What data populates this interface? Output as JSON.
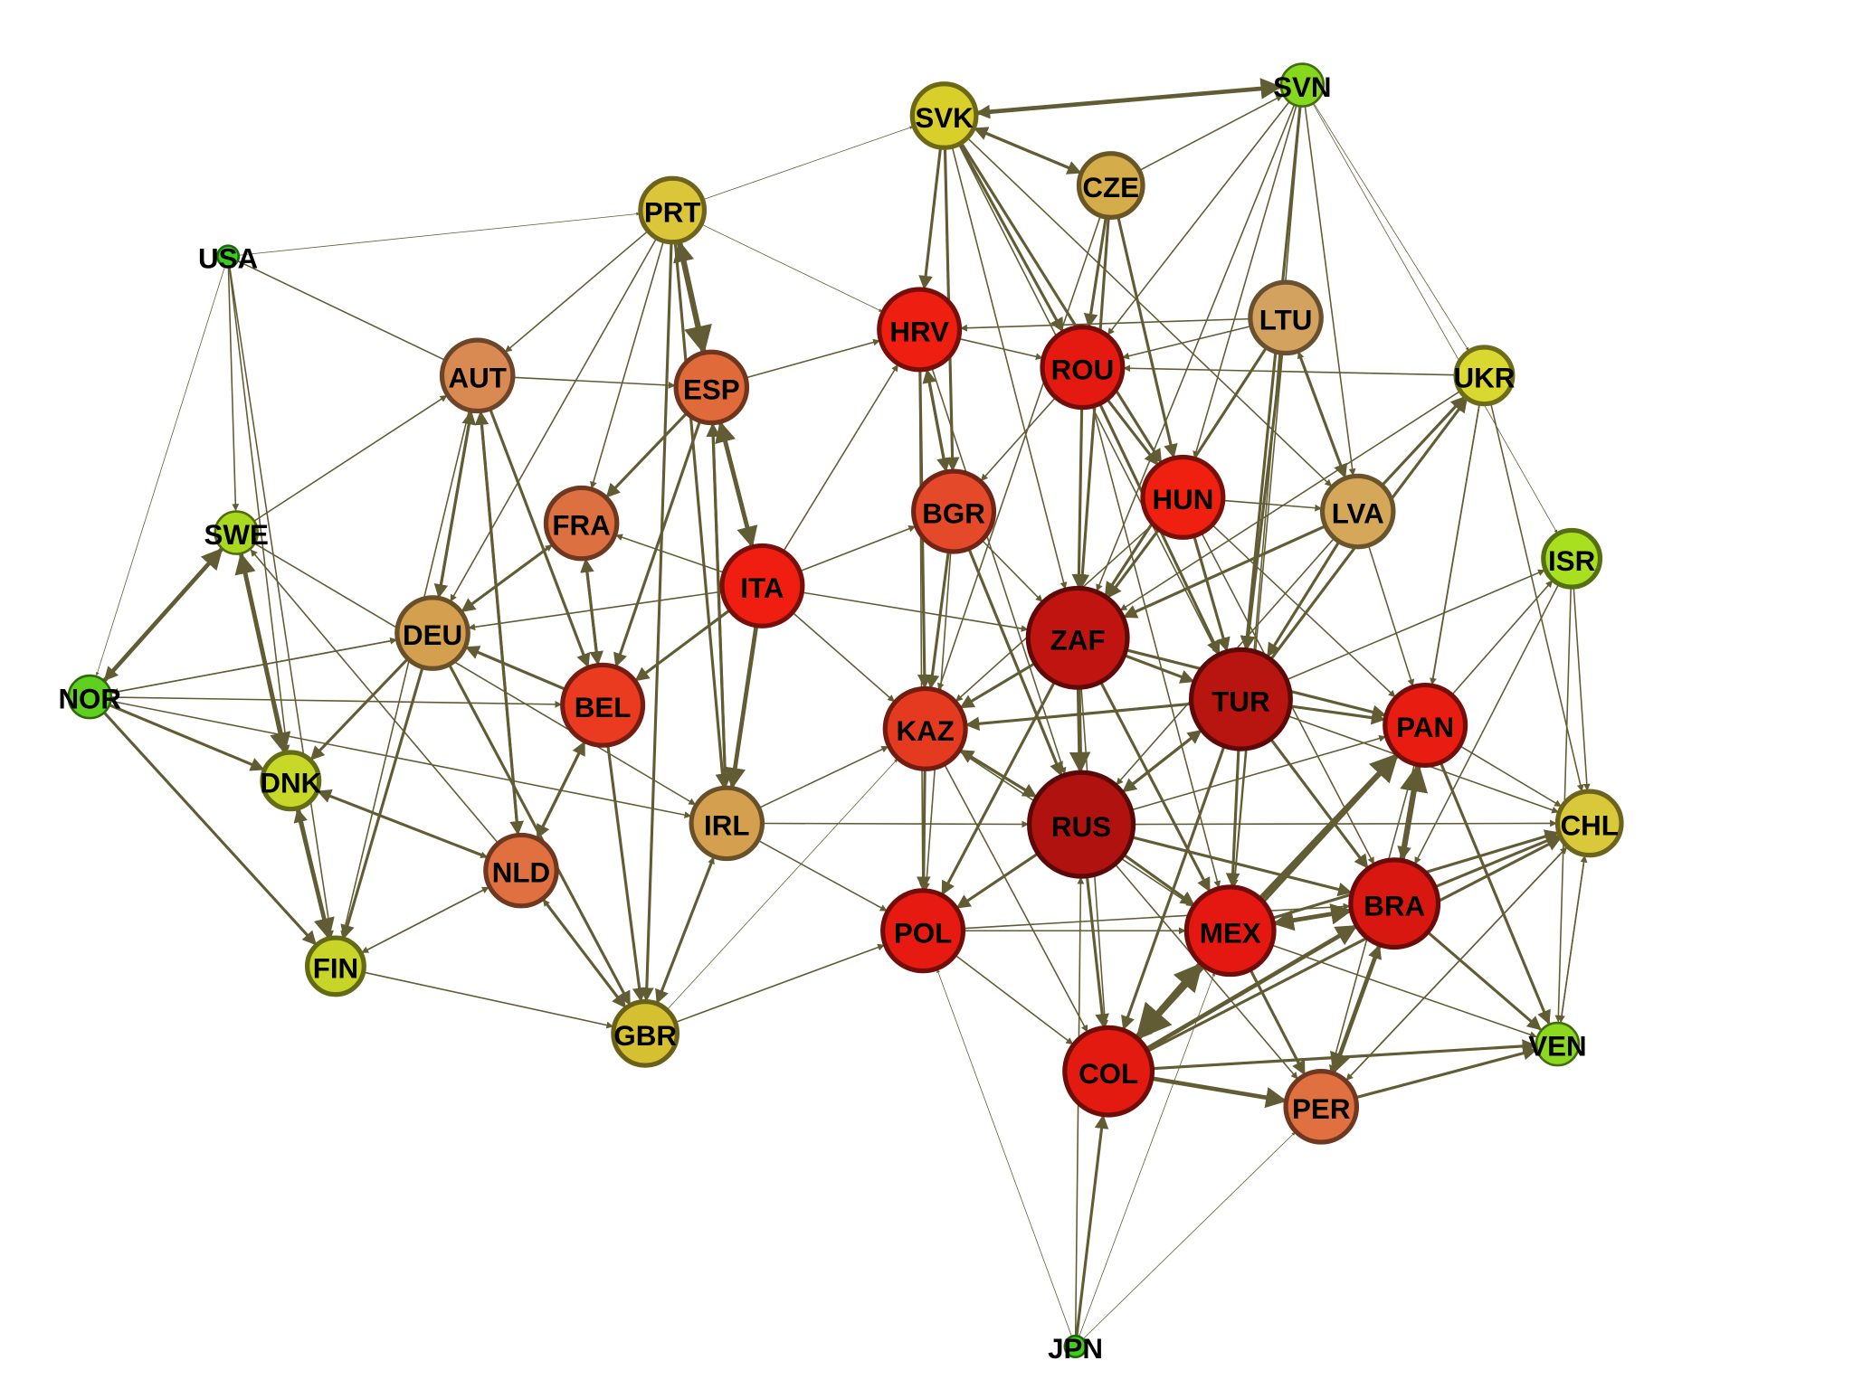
{
  "edge_color": "#615c34",
  "nodes": [
    {
      "id": "SVN",
      "color": "#86d81c",
      "size": 1
    },
    {
      "id": "SVK",
      "color": "#d9cf2a",
      "size": 3
    },
    {
      "id": "CZE",
      "color": "#d4ac4a",
      "size": 3
    },
    {
      "id": "PRT",
      "color": "#dbc63a",
      "size": 3
    },
    {
      "id": "USA",
      "color": "#3ccc20",
      "size": 0
    },
    {
      "id": "HRV",
      "color": "#ee1e10",
      "size": 5
    },
    {
      "id": "ROU",
      "color": "#e41a10",
      "size": 5
    },
    {
      "id": "LTU",
      "color": "#d2a25e",
      "size": 4
    },
    {
      "id": "AUT",
      "color": "#d98a52",
      "size": 4
    },
    {
      "id": "ESP",
      "color": "#e06a3a",
      "size": 4
    },
    {
      "id": "UKR",
      "color": "#d9d830",
      "size": 2
    },
    {
      "id": "FRA",
      "color": "#dd7040",
      "size": 4
    },
    {
      "id": "BGR",
      "color": "#e44a2a",
      "size": 5
    },
    {
      "id": "HUN",
      "color": "#f02010",
      "size": 5
    },
    {
      "id": "LVA",
      "color": "#d4a858",
      "size": 4
    },
    {
      "id": "SWE",
      "color": "#a8d820",
      "size": 1
    },
    {
      "id": "ISR",
      "color": "#a8e020",
      "size": 2
    },
    {
      "id": "ITA",
      "color": "#f01e10",
      "size": 5
    },
    {
      "id": "ZAF",
      "color": "#c01410",
      "size": 7
    },
    {
      "id": "DEU",
      "color": "#d4a050",
      "size": 4
    },
    {
      "id": "NOR",
      "color": "#60d020",
      "size": 1
    },
    {
      "id": "TUR",
      "color": "#b81410",
      "size": 7
    },
    {
      "id": "BEL",
      "color": "#ea3a20",
      "size": 5
    },
    {
      "id": "KAZ",
      "color": "#e43a20",
      "size": 5
    },
    {
      "id": "PAN",
      "color": "#e81c10",
      "size": 5
    },
    {
      "id": "DNK",
      "color": "#c8d828",
      "size": 2
    },
    {
      "id": "IRL",
      "color": "#d4a050",
      "size": 4
    },
    {
      "id": "RUS",
      "color": "#b01210",
      "size": 8
    },
    {
      "id": "CHL",
      "color": "#d8c83a",
      "size": 3
    },
    {
      "id": "NLD",
      "color": "#e07040",
      "size": 4
    },
    {
      "id": "BRA",
      "color": "#d81810",
      "size": 6
    },
    {
      "id": "MEX",
      "color": "#e41810",
      "size": 6
    },
    {
      "id": "POL",
      "color": "#e61a10",
      "size": 5
    },
    {
      "id": "FIN",
      "color": "#c8d428",
      "size": 2
    },
    {
      "id": "GBR",
      "color": "#d4c030",
      "size": 3
    },
    {
      "id": "VEN",
      "color": "#8cd820",
      "size": 1
    },
    {
      "id": "COL",
      "color": "#e21a10",
      "size": 6
    },
    {
      "id": "PER",
      "color": "#e07040",
      "size": 4
    },
    {
      "id": "JPN",
      "color": "#40cc20",
      "size": 0
    }
  ],
  "edges": [
    [
      "SVK",
      "SVN",
      3
    ],
    [
      "SVN",
      "SVK",
      2
    ],
    [
      "PRT",
      "ESP",
      4
    ],
    [
      "ESP",
      "PRT",
      3
    ],
    [
      "ESP",
      "ITA",
      3
    ],
    [
      "ITA",
      "ESP",
      3
    ],
    [
      "ITA",
      "IRL",
      3
    ],
    [
      "IRL",
      "ESP",
      2
    ],
    [
      "NOR",
      "SWE",
      3
    ],
    [
      "SWE",
      "NOR",
      2
    ],
    [
      "SWE",
      "DNK",
      3
    ],
    [
      "DNK",
      "SWE",
      3
    ],
    [
      "DNK",
      "FIN",
      3
    ],
    [
      "FIN",
      "DNK",
      2
    ],
    [
      "NOR",
      "DNK",
      2
    ],
    [
      "NOR",
      "FIN",
      2
    ],
    [
      "MEX",
      "COL",
      5
    ],
    [
      "COL",
      "MEX",
      4
    ],
    [
      "BRA",
      "PAN",
      4
    ],
    [
      "MEX",
      "PAN",
      4
    ],
    [
      "BRA",
      "PER",
      3
    ],
    [
      "COL",
      "BRA",
      3
    ],
    [
      "BRA",
      "MEX",
      3
    ],
    [
      "COL",
      "PER",
      3
    ],
    [
      "ZAF",
      "RUS",
      3
    ],
    [
      "TUR",
      "RUS",
      2
    ],
    [
      "RUS",
      "TUR",
      2
    ],
    [
      "RUS",
      "POL",
      2
    ],
    [
      "RUS",
      "COL",
      2
    ],
    [
      "RUS",
      "KAZ",
      2
    ],
    [
      "KAZ",
      "RUS",
      2
    ],
    [
      "ZAF",
      "KAZ",
      2
    ],
    [
      "HRV",
      "BGR",
      2
    ],
    [
      "BGR",
      "HRV",
      2
    ],
    [
      "HRV",
      "ROU",
      1
    ],
    [
      "ROU",
      "HUN",
      2
    ],
    [
      "HUN",
      "LVA",
      1
    ],
    [
      "LTU",
      "LVA",
      2
    ],
    [
      "LVA",
      "LTU",
      1
    ],
    [
      "LVA",
      "UKR",
      2
    ],
    [
      "UKR",
      "ZAF",
      1
    ],
    [
      "TUR",
      "UKR",
      2
    ],
    [
      "PAN",
      "ISR",
      1
    ],
    [
      "TUR",
      "ISR",
      1
    ],
    [
      "CHL",
      "VEN",
      1
    ],
    [
      "PAN",
      "VEN",
      2
    ],
    [
      "BRA",
      "CHL",
      2
    ],
    [
      "MEX",
      "CHL",
      2
    ],
    [
      "PER",
      "VEN",
      2
    ],
    [
      "COL",
      "VEN",
      2
    ],
    [
      "PAN",
      "CHL",
      1
    ],
    [
      "RUS",
      "PER",
      1
    ],
    [
      "MEX",
      "PER",
      2
    ],
    [
      "JPN",
      "COL",
      2
    ],
    [
      "JPN",
      "RUS",
      1
    ],
    [
      "JPN",
      "POL",
      0.5
    ],
    [
      "JPN",
      "PER",
      0.5
    ],
    [
      "JPN",
      "MEX",
      0.5
    ],
    [
      "USA",
      "SWE",
      1
    ],
    [
      "USA",
      "DNK",
      1
    ],
    [
      "USA",
      "FIN",
      1
    ],
    [
      "USA",
      "NOR",
      0.5
    ],
    [
      "USA",
      "PRT",
      0.5
    ],
    [
      "AUT",
      "USA",
      1
    ],
    [
      "AUT",
      "DEU",
      2
    ],
    [
      "DEU",
      "AUT",
      2
    ],
    [
      "AUT",
      "NLD",
      2
    ],
    [
      "NLD",
      "AUT",
      2
    ],
    [
      "AUT",
      "BEL",
      2
    ],
    [
      "AUT",
      "FIN",
      1
    ],
    [
      "AUT",
      "ESP",
      1
    ],
    [
      "FRA",
      "BEL",
      2
    ],
    [
      "BEL",
      "FRA",
      2
    ],
    [
      "FRA",
      "DEU",
      2
    ],
    [
      "DEU",
      "FRA",
      1
    ],
    [
      "DEU",
      "NOR",
      1
    ],
    [
      "DEU",
      "DNK",
      2
    ],
    [
      "DEU",
      "FIN",
      2
    ],
    [
      "DEU",
      "GBR",
      2
    ],
    [
      "NLD",
      "GBR",
      2
    ],
    [
      "GBR",
      "NLD",
      1
    ],
    [
      "BEL",
      "GBR",
      2
    ],
    [
      "IRL",
      "GBR",
      2
    ],
    [
      "GBR",
      "IRL",
      1
    ],
    [
      "BEL",
      "NLD",
      2
    ],
    [
      "NLD",
      "BEL",
      2
    ],
    [
      "NLD",
      "DNK",
      2
    ],
    [
      "NLD",
      "FIN",
      1
    ],
    [
      "NLD",
      "SWE",
      1
    ],
    [
      "BEL",
      "DEU",
      2
    ],
    [
      "ITA",
      "BEL",
      2
    ],
    [
      "ITA",
      "FRA",
      1
    ],
    [
      "ITA",
      "DEU",
      1
    ],
    [
      "ESP",
      "FRA",
      2
    ],
    [
      "ESP",
      "BEL",
      2
    ],
    [
      "ESP",
      "IRL",
      2
    ],
    [
      "PRT",
      "FRA",
      1
    ],
    [
      "PRT",
      "IRL",
      2
    ],
    [
      "PRT",
      "GBR",
      2
    ],
    [
      "PRT",
      "AUT",
      1
    ],
    [
      "PRT",
      "DEU",
      1
    ],
    [
      "PRT",
      "SVK",
      0.5
    ],
    [
      "PRT",
      "HRV",
      0.5
    ],
    [
      "ESP",
      "HRV",
      1
    ],
    [
      "ITA",
      "ZAF",
      1
    ],
    [
      "ITA",
      "KAZ",
      1
    ],
    [
      "ITA",
      "HRV",
      1
    ],
    [
      "ITA",
      "BGR",
      1
    ],
    [
      "IRL",
      "RUS",
      1
    ],
    [
      "IRL",
      "POL",
      1
    ],
    [
      "IRL",
      "KAZ",
      1
    ],
    [
      "GBR",
      "POL",
      1
    ],
    [
      "GBR",
      "KAZ",
      0.5
    ],
    [
      "FIN",
      "GBR",
      1
    ],
    [
      "FIN",
      "NLD",
      1
    ],
    [
      "DNK",
      "NLD",
      1
    ],
    [
      "SWE",
      "AUT",
      1
    ],
    [
      "SWE",
      "FIN",
      1
    ],
    [
      "SWE",
      "IRL",
      1
    ],
    [
      "NOR",
      "IRL",
      1
    ],
    [
      "NOR",
      "BEL",
      1
    ],
    [
      "NOR",
      "DEU",
      1
    ],
    [
      "SVK",
      "CZE",
      2
    ],
    [
      "CZE",
      "SVK",
      2
    ],
    [
      "SVK",
      "ROU",
      2
    ],
    [
      "SVK",
      "HRV",
      2
    ],
    [
      "SVK",
      "HUN",
      2
    ],
    [
      "SVK",
      "BGR",
      2
    ],
    [
      "SVK",
      "ZAF",
      1
    ],
    [
      "SVK",
      "TUR",
      1
    ],
    [
      "SVK",
      "LVA",
      1
    ],
    [
      "CZE",
      "ROU",
      2
    ],
    [
      "CZE",
      "ZAF",
      2
    ],
    [
      "CZE",
      "HUN",
      2
    ],
    [
      "CZE",
      "SVN",
      1
    ],
    [
      "CZE",
      "KAZ",
      1
    ],
    [
      "SVN",
      "ROU",
      1
    ],
    [
      "SVN",
      "ZAF",
      1
    ],
    [
      "SVN",
      "TUR",
      2
    ],
    [
      "SVN",
      "HUN",
      1
    ],
    [
      "SVN",
      "LVA",
      1
    ],
    [
      "SVN",
      "MEX",
      1
    ],
    [
      "SVN",
      "UKR",
      0.5
    ],
    [
      "SVN",
      "ISR",
      0.5
    ],
    [
      "LTU",
      "ROU",
      1
    ],
    [
      "LTU",
      "TUR",
      2
    ],
    [
      "LTU",
      "ZAF",
      2
    ],
    [
      "LTU",
      "MEX",
      1
    ],
    [
      "LTU",
      "HRV",
      1
    ],
    [
      "UKR",
      "ROU",
      1
    ],
    [
      "UKR",
      "CHL",
      1
    ],
    [
      "UKR",
      "PAN",
      1
    ],
    [
      "UKR",
      "BRA",
      1
    ],
    [
      "ISR",
      "CHL",
      1
    ],
    [
      "ISR",
      "VEN",
      1
    ],
    [
      "ISR",
      "BRA",
      1
    ],
    [
      "LVA",
      "TUR",
      2
    ],
    [
      "LVA",
      "ZAF",
      2
    ],
    [
      "LVA",
      "PAN",
      1
    ],
    [
      "LVA",
      "RUS",
      1
    ],
    [
      "HUN",
      "TUR",
      2
    ],
    [
      "HUN",
      "ZAF",
      2
    ],
    [
      "HUN",
      "PAN",
      1
    ],
    [
      "HUN",
      "KAZ",
      1
    ],
    [
      "HUN",
      "BRA",
      1
    ],
    [
      "ROU",
      "ZAF",
      2
    ],
    [
      "ROU",
      "TUR",
      2
    ],
    [
      "ROU",
      "MEX",
      1
    ],
    [
      "ROU",
      "BGR",
      1
    ],
    [
      "HRV",
      "KAZ",
      2
    ],
    [
      "HRV",
      "POL",
      1
    ],
    [
      "HRV",
      "RUS",
      1
    ],
    [
      "BGR",
      "KAZ",
      2
    ],
    [
      "BGR",
      "RUS",
      2
    ],
    [
      "BGR",
      "POL",
      1
    ],
    [
      "BGR",
      "ZAF",
      1
    ],
    [
      "ZAF",
      "TUR",
      2
    ],
    [
      "ZAF",
      "PAN",
      2
    ],
    [
      "ZAF",
      "MEX",
      2
    ],
    [
      "ZAF",
      "POL",
      2
    ],
    [
      "ZAF",
      "COL",
      1
    ],
    [
      "TUR",
      "PAN",
      2
    ],
    [
      "TUR",
      "MEX",
      2
    ],
    [
      "TUR",
      "BRA",
      2
    ],
    [
      "TUR",
      "KAZ",
      2
    ],
    [
      "TUR",
      "COL",
      2
    ],
    [
      "TUR",
      "CHL",
      1
    ],
    [
      "RUS",
      "MEX",
      2
    ],
    [
      "RUS",
      "BRA",
      2
    ],
    [
      "RUS",
      "PAN",
      1
    ],
    [
      "RUS",
      "CHL",
      1
    ],
    [
      "KAZ",
      "POL",
      2
    ],
    [
      "KAZ",
      "MEX",
      1
    ],
    [
      "KAZ",
      "COL",
      1
    ],
    [
      "POL",
      "COL",
      1
    ],
    [
      "POL",
      "MEX",
      1
    ],
    [
      "POL",
      "BRA",
      1
    ],
    [
      "PAN",
      "BRA",
      2
    ],
    [
      "PAN",
      "PER",
      1
    ],
    [
      "PAN",
      "COL",
      2
    ],
    [
      "MEX",
      "BRA",
      3
    ],
    [
      "MEX",
      "VEN",
      1
    ],
    [
      "BRA",
      "VEN",
      2
    ],
    [
      "COL",
      "CHL",
      2
    ],
    [
      "PER",
      "CHL",
      1
    ],
    [
      "PER",
      "BRA",
      2
    ],
    [
      "CHL",
      "PER",
      1
    ],
    [
      "VEN",
      "CHL",
      1
    ]
  ]
}
